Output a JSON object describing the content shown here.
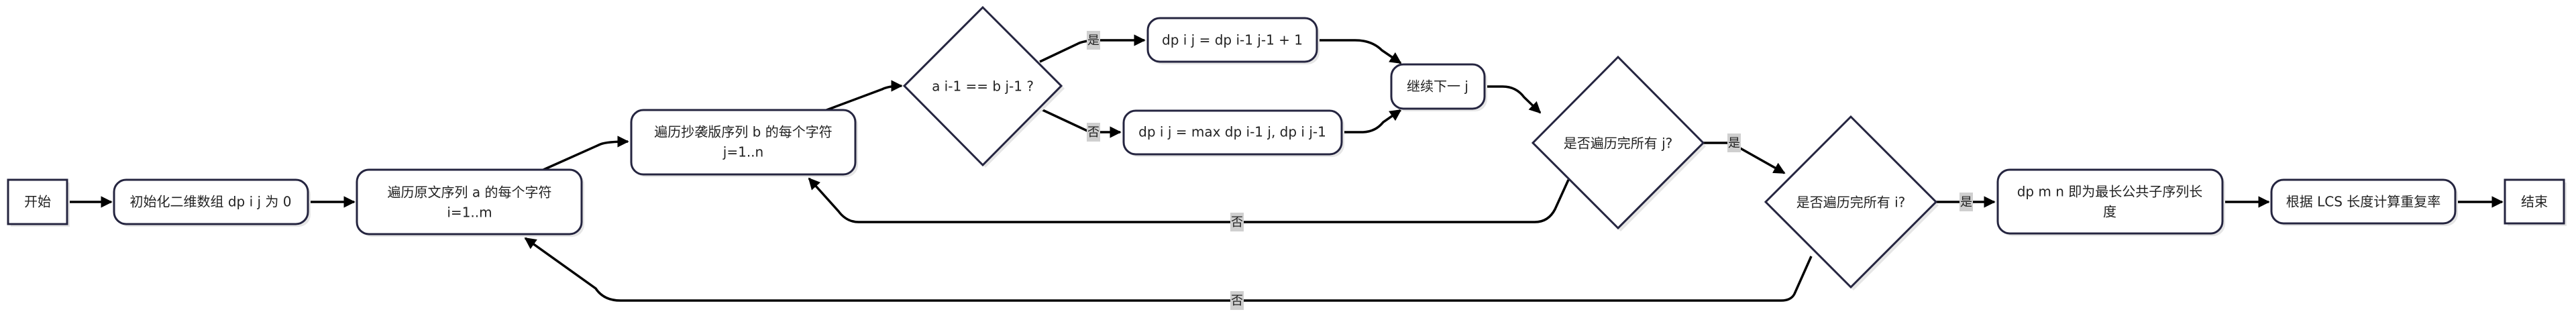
{
  "nodes": {
    "start": "开始",
    "init": "初始化二维数组 dp i j 为 0",
    "loop_a_line1": "遍历原文序列 a 的每个字符",
    "loop_a_line2": "i=1..m",
    "loop_b_line1": "遍历抄袭版序列 b 的每个字符",
    "loop_b_line2": "j=1..n",
    "compare": "a i-1 == b j-1 ?",
    "match": "dp i j = dp i-1 j-1 + 1",
    "nomatch": "dp i j = max dp i-1 j, dp i j-1",
    "next_j": "继续下一 j",
    "all_j": "是否遍历完所有 j?",
    "all_i": "是否遍历完所有 i?",
    "result_line1": "dp m n 即为最长公共子序列长",
    "result_line2": "度",
    "rate": "根据 LCS 长度计算重复率",
    "end": "结束"
  },
  "edge_labels": {
    "yes_compare": "是",
    "no_compare": "否",
    "no_all_j": "否",
    "yes_all_j": "是",
    "no_all_i": "否",
    "yes_all_i": "是"
  }
}
